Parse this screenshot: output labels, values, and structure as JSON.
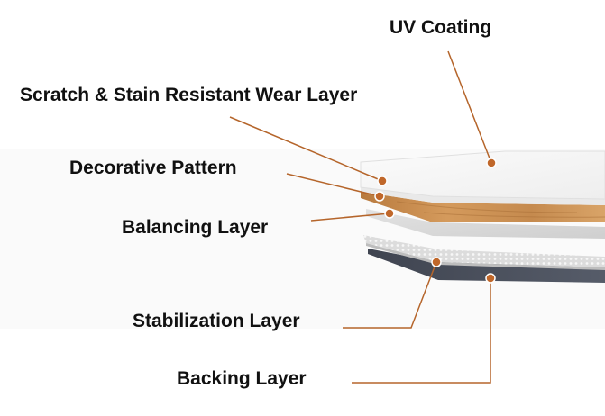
{
  "layers": [
    {
      "key": "uv",
      "label": "UV Coating"
    },
    {
      "key": "wear",
      "label": "Scratch & Stain Resistant Wear Layer"
    },
    {
      "key": "decorative",
      "label": "Decorative Pattern"
    },
    {
      "key": "balancing",
      "label": "Balancing Layer"
    },
    {
      "key": "stabilization",
      "label": "Stabilization Layer"
    },
    {
      "key": "backing",
      "label": "Backing Layer"
    }
  ],
  "colors": {
    "leader_line": "#b5652b",
    "marker_fill": "#c0672a",
    "label_text": "#111111",
    "wood": "#c98f52",
    "backing": "#4a4f5c"
  }
}
